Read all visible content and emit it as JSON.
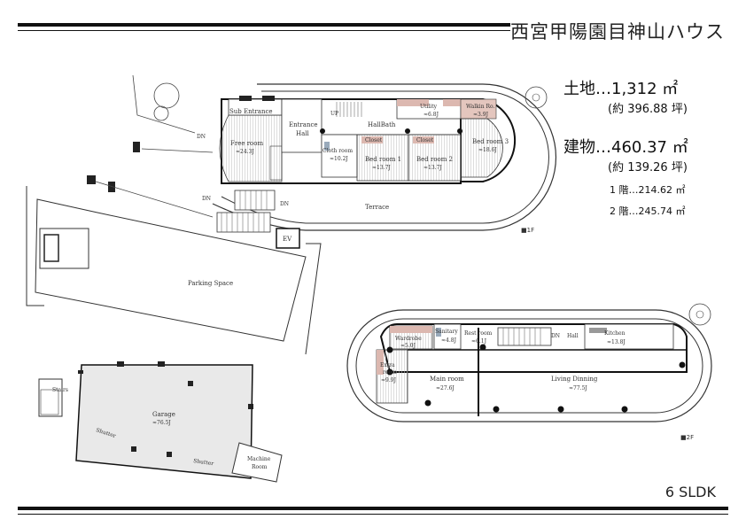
{
  "header": {
    "title": "西宮甲陽園目神山ハウス"
  },
  "specs": {
    "land": "土地…1,312 ㎡",
    "land_tsubo": "(約 396.88 坪)",
    "building": "建物…460.37 ㎡",
    "building_tsubo": "(約 139.26 坪)",
    "floor1": "1 階…214.62 ㎡",
    "floor2": "2 階…245.74 ㎡"
  },
  "layout_type": "6 SLDK",
  "floor1": {
    "tag": "■1F",
    "rooms": {
      "sub_entrance": "Sub Entrance",
      "entrance_hall_1": "Entrance",
      "entrance_hall_2": "Hall",
      "hall_bath": "HallBath",
      "utility": "Utility",
      "utility_size": "≈6.8J",
      "walkin": "Walkin Ro.",
      "walkin_size": "≈3.9J",
      "free_room": "Free room",
      "free_room_size": "≈24.3J",
      "cloth_room": "Cloth room",
      "cloth_room_size": "≈10.2J",
      "closet_a": "Closet",
      "closet_b": "Closet",
      "bed1": "Bed room 1",
      "bed1_size": "≈13.7J",
      "bed2": "Bed room 2",
      "bed2_size": "≈13.7J",
      "bed3": "Bed room 3",
      "bed3_size": "≈18.6J",
      "terrace": "Terrace",
      "ev": "EV",
      "parking": "Parking Space",
      "up": "UP",
      "dn": "DN"
    }
  },
  "floor2": {
    "tag": "■2F",
    "rooms": {
      "wardrobe": "Wardrobe",
      "wardrobe_size": "≈5.0J",
      "sanitary": "Sanitary",
      "sanitary_size": "≈4.8J",
      "rest_room": "Rest room",
      "rest_room_size": "≈6.1J",
      "hall": "Hall",
      "kitchen": "Kitchen",
      "kitchen_size": "≈13.8J",
      "extra": "Extra",
      "extra2": "room",
      "extra_size": "≈9.9J",
      "main_room": "Main room",
      "main_room_size": "≈27.6J",
      "living": "Living Dinning",
      "living_size": "≈77.5J",
      "dn": "DN"
    }
  },
  "garage": {
    "stairs": "Stairs",
    "garage": "Garage",
    "garage_size": "≈76.5J",
    "shutter": "Shutter",
    "machine_1": "Machine",
    "machine_2": "Room"
  }
}
